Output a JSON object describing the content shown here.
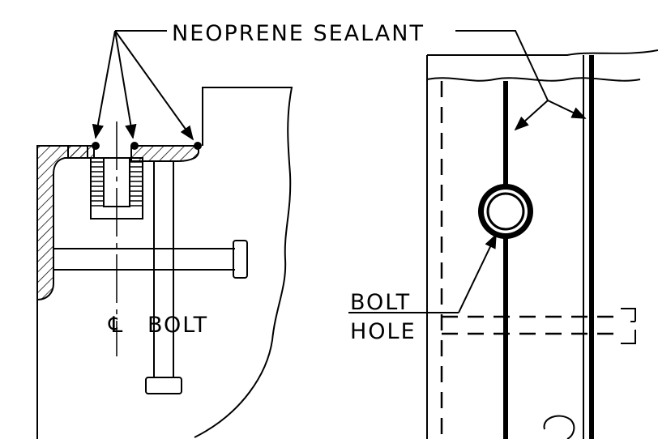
{
  "labels": {
    "sealant": "NEOPRENE SEALANT",
    "cl_symbol": "℄",
    "cl_text": "BOLT",
    "bolt_hole_line1": "BOLT",
    "bolt_hole_line2": "HOLE"
  },
  "colors": {
    "ink": "#000000",
    "paper": "#ffffff"
  },
  "icons": {
    "centerline_symbol": "centerline-icon"
  }
}
